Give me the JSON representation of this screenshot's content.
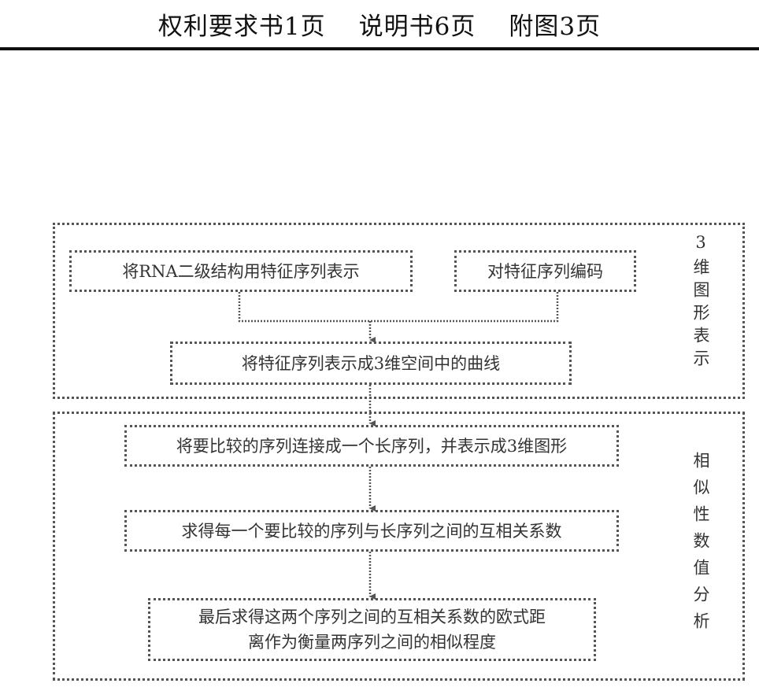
{
  "header": {
    "claims": "权利要求书1页",
    "description": "说明书6页",
    "drawings": "附图3页"
  },
  "diagram": {
    "top_section": {
      "label": "3维图形表示",
      "box_rna": "将RNA二级结构用特征序列表示",
      "box_encode": "对特征序列编码",
      "box_curve": "将特征序列表示成3维空间中的曲线"
    },
    "bottom_section": {
      "label": "相似性数值分析",
      "box_concat": "将要比较的序列连接成一个长序列，并表示成3维图形",
      "box_coeff": "求得每一个要比较的序列与长序列之间的互相关系数",
      "box_final_line1": "最后求得这两个序列之间的互相关系数的欧式距",
      "box_final_line2": "离作为衡量两序列之间的相似程度"
    }
  },
  "colors": {
    "line": "#555555",
    "text": "#333333"
  }
}
